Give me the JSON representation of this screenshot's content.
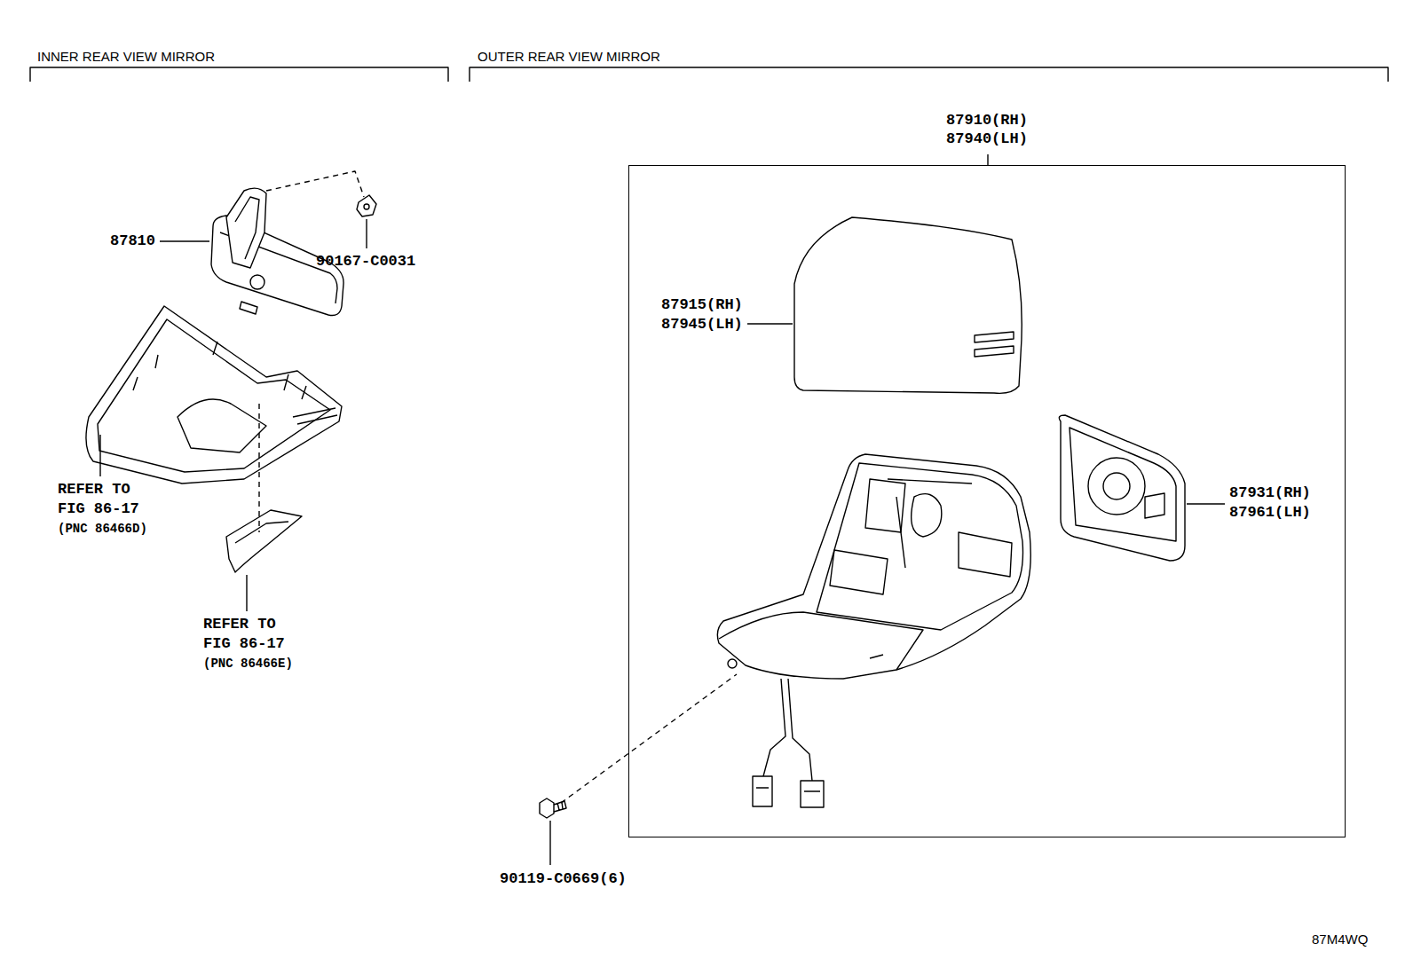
{
  "diagram": {
    "nodes": [
      {
        "text": [
          "87910(RH)",
          "87940(LH)"
        ]
      }
    ],
    "labels": [
      "INNER REAR VIEW MIRROR",
      "OUTER REAR VIEW MIRROR",
      "87810",
      "90167-C0031",
      "REFER TO",
      "FIG 86-17",
      "(PNC 86466D)",
      "REFER TO",
      "FIG 86-17",
      "(PNC 86466E)",
      "87915(RH)",
      "87945(LH)",
      "87931(RH)",
      "87961(LH)",
      "90119-C0669(6)",
      "87M4WQ"
    ]
  }
}
